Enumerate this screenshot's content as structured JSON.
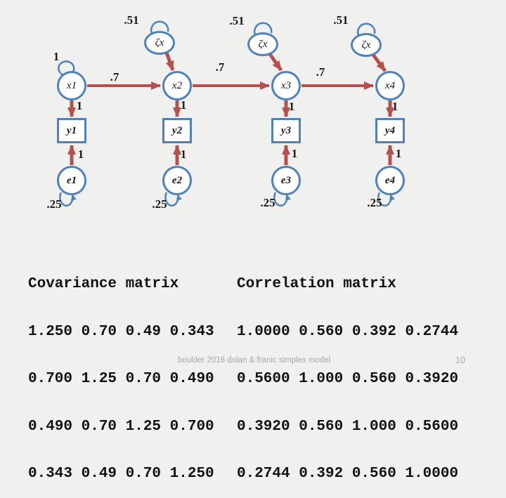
{
  "slide": {
    "background": "#f0f0ef",
    "accent_blue": "#4f81bd",
    "accent_red": "#b5504c",
    "footer_text": "boulder 2016 dolan & franic simplex model",
    "page_number": "10"
  },
  "diagram": {
    "zeta_variance_labels": [
      ".51",
      ".51",
      ".51"
    ],
    "x1_variance_label": "1",
    "zeta_nodes": [
      "ζx",
      "ζx",
      "ζx"
    ],
    "x_nodes": [
      "x1",
      "x2",
      "x3",
      "x4"
    ],
    "regression_labels": [
      ".7",
      ".7",
      ".7"
    ],
    "xy_loading_labels": [
      "1",
      "1",
      "1",
      "1"
    ],
    "y_nodes": [
      "y1",
      "y2",
      "y3",
      "y4"
    ],
    "ey_loading_labels": [
      "1",
      "1",
      "1",
      "1"
    ],
    "e_nodes": [
      "e1",
      "e2",
      "e3",
      "e4"
    ],
    "e_variance_labels": [
      ".25",
      ".25",
      ".25",
      ".25"
    ]
  },
  "covariance_matrix": {
    "title": "Covariance matrix",
    "rows": [
      [
        "1.250",
        "0.70",
        "0.49",
        "0.343"
      ],
      [
        "0.700",
        "1.25",
        "0.70",
        "0.490"
      ],
      [
        "0.490",
        "0.70",
        "1.25",
        "0.700"
      ],
      [
        "0.343",
        "0.49",
        "0.70",
        "1.250"
      ]
    ]
  },
  "correlation_matrix": {
    "title": "Correlation matrix",
    "rows": [
      [
        "1.0000",
        "0.560",
        "0.392",
        "0.2744"
      ],
      [
        "0.5600",
        "1.000",
        "0.560",
        "0.3920"
      ],
      [
        "0.3920",
        "0.560",
        "1.000",
        "0.5600"
      ],
      [
        "0.2744",
        "0.392",
        "0.560",
        "1.0000"
      ]
    ]
  }
}
